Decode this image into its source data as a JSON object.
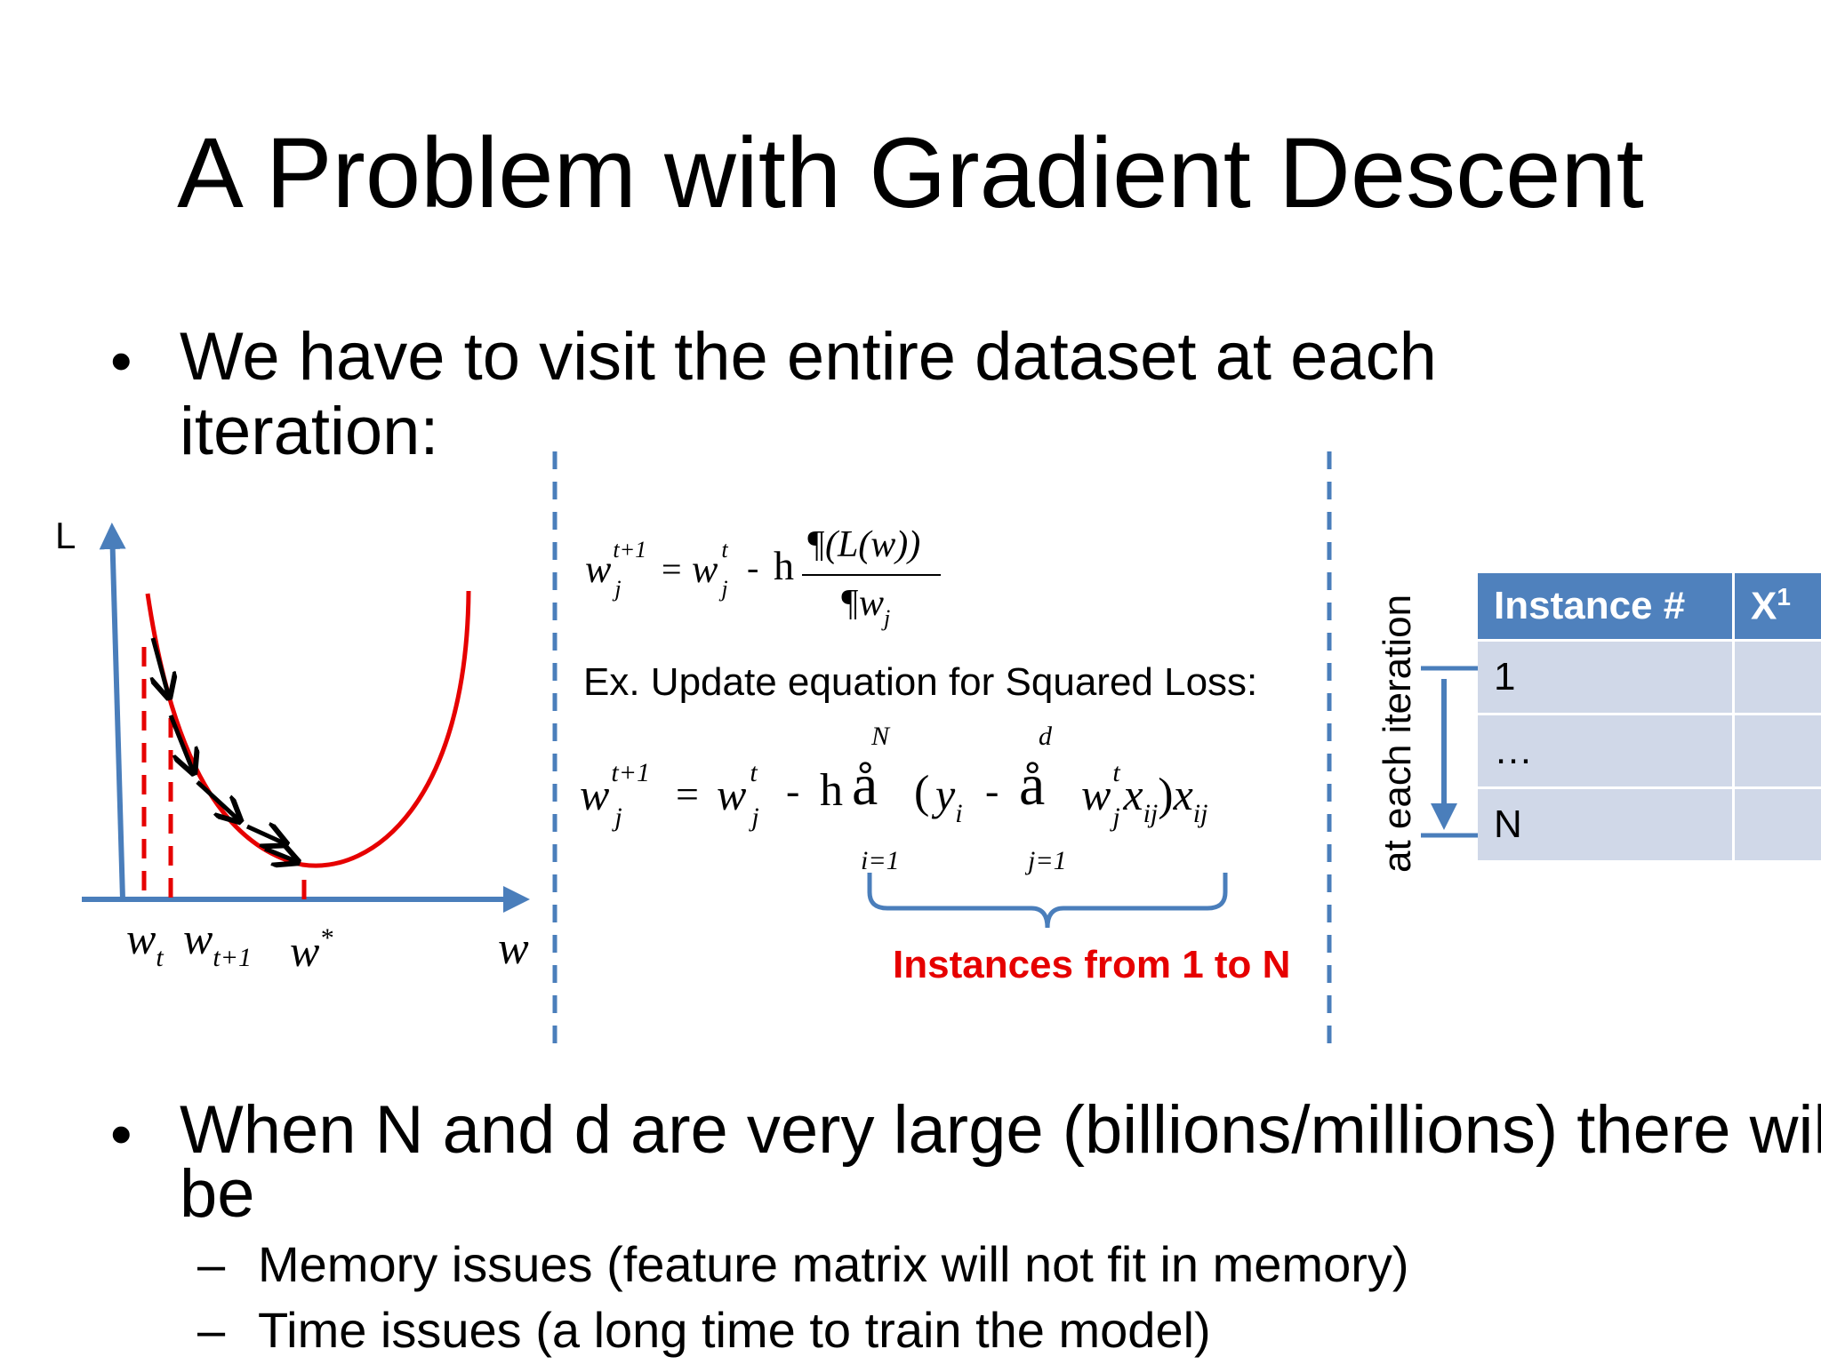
{
  "slide": {
    "title": "A Problem with Gradient Descent",
    "bullet1": {
      "line1": "We have to visit the entire dataset at each",
      "line2": "iteration:"
    },
    "bullet2": {
      "line1": "When N and d are very large (billions/millions) there will",
      "line2": "be",
      "subitems": [
        "Memory issues (feature matrix will not fit in memory)",
        "Time issues (a long time to train the model)"
      ]
    },
    "bullet_symbol": "•",
    "sub_bullet_symbol": "–"
  },
  "plot": {
    "y_axis_label": "L",
    "x_axis_label": "w",
    "tick_wt": "w",
    "tick_wt_sub": "t",
    "tick_wt1": "w",
    "tick_wt1_sub": "t+1",
    "tick_wstar": "w",
    "tick_wstar_sup": "*",
    "colors": {
      "axis": "#4a7ebb",
      "curve": "#e60000",
      "arrows": "#000000"
    }
  },
  "equations": {
    "eq1": {
      "lhs_var": "w",
      "lhs_sup": "t+1",
      "lhs_sub": "j",
      "equals": "=",
      "rhs_var": "w",
      "rhs_sup": "t",
      "rhs_sub": "j",
      "minus": "-",
      "eta": "h",
      "numerator": "¶(L(w))",
      "denom_sym": "¶",
      "denom_var": "w",
      "denom_sub": "j"
    },
    "example_label": "Ex. Update equation for Squared Loss:",
    "eq2": {
      "lhs_var": "w",
      "lhs_sup": "t+1",
      "lhs_sub": "j",
      "equals": "=",
      "rhs_var": "w",
      "rhs_sup": "t",
      "rhs_sub": "j",
      "minus": "-",
      "eta": "h",
      "sum_symbol": "å",
      "sum1_top": "N",
      "sum1_bottom": "i=1",
      "open_paren": "(",
      "y_var": "y",
      "y_sub": "i",
      "minus2": "-",
      "sum2_top": "d",
      "sum2_bottom": "j=1",
      "w_var": "w",
      "w_sup": "t",
      "w_sub": "j",
      "x_var": "x",
      "x_sub": "ij",
      "close_paren": ")",
      "x2_var": "x",
      "x2_sub": "ij"
    },
    "brace_label": "Instances from 1 to N"
  },
  "iteration_label": "at each iteration",
  "table": {
    "headers": [
      "Instance #",
      "X"
    ],
    "header_sup": "1",
    "rows": [
      [
        "1",
        ""
      ],
      [
        "…",
        ""
      ],
      [
        "N",
        ""
      ]
    ]
  }
}
